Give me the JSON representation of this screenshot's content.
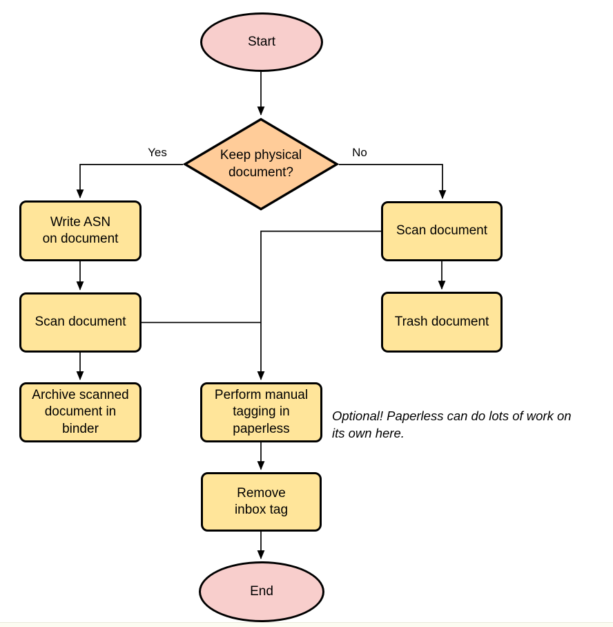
{
  "colors": {
    "terminal_fill": "#f8cecc",
    "decision_fill": "#ffcc99",
    "process_fill": "#ffe59a",
    "stroke": "#000000"
  },
  "nodes": {
    "start": {
      "label": "Start",
      "type": "terminal"
    },
    "decision": {
      "label": "Keep physical\ndocument?",
      "type": "decision"
    },
    "write_asn": {
      "label": "Write ASN\non document",
      "type": "process"
    },
    "scan_left": {
      "label": "Scan document",
      "type": "process"
    },
    "archive": {
      "label": "Archive scanned\ndocument in\nbinder",
      "type": "process"
    },
    "scan_right": {
      "label": "Scan document",
      "type": "process"
    },
    "trash": {
      "label": "Trash document",
      "type": "process"
    },
    "tagging": {
      "label": "Perform manual\ntagging in\npaperless",
      "type": "process"
    },
    "remove_inbox": {
      "label": "Remove\ninbox tag",
      "type": "process"
    },
    "end": {
      "label": "End",
      "type": "terminal"
    }
  },
  "edge_labels": {
    "yes": "Yes",
    "no": "No"
  },
  "annotation": {
    "text": "Optional! Paperless can do lots of work on\nits own here."
  }
}
